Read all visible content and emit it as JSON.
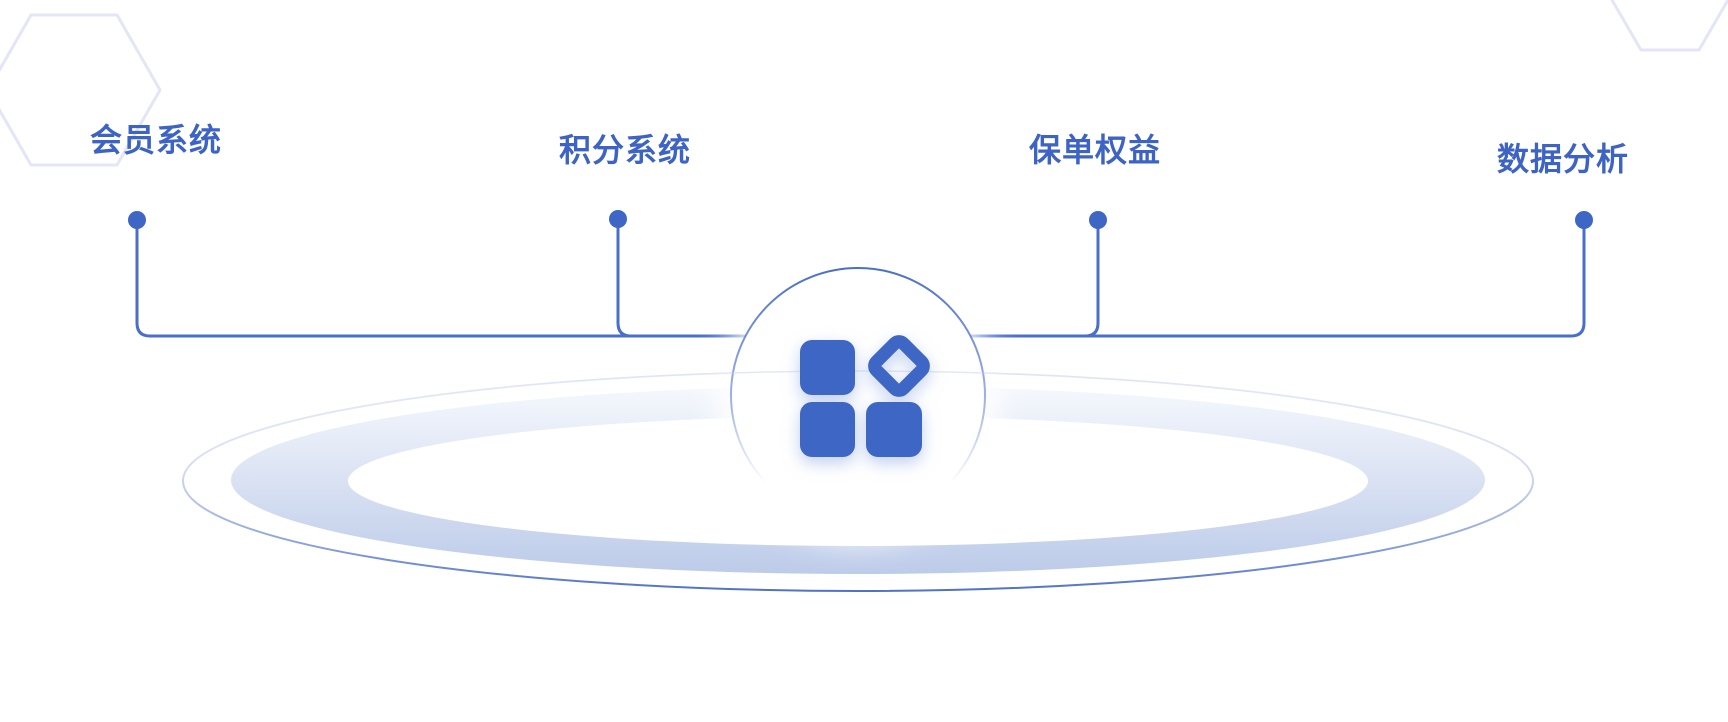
{
  "diagram": {
    "labels": [
      {
        "id": "member-system",
        "text": "会员系统"
      },
      {
        "id": "points-system",
        "text": "积分系统"
      },
      {
        "id": "policy-benefits",
        "text": "保单权益"
      },
      {
        "id": "data-analysis",
        "text": "数据分析"
      }
    ],
    "center_icon": "app-modules-icon",
    "colors": {
      "primary": "#3E66C5",
      "text": "#3D63C4",
      "line": "#4A6FC9",
      "band_dark": "#BCCBE9",
      "band_light": "#F5F8FD",
      "ellipse_stroke": "#4F72C8",
      "hexagon_stroke": "#E3E5F8"
    }
  }
}
